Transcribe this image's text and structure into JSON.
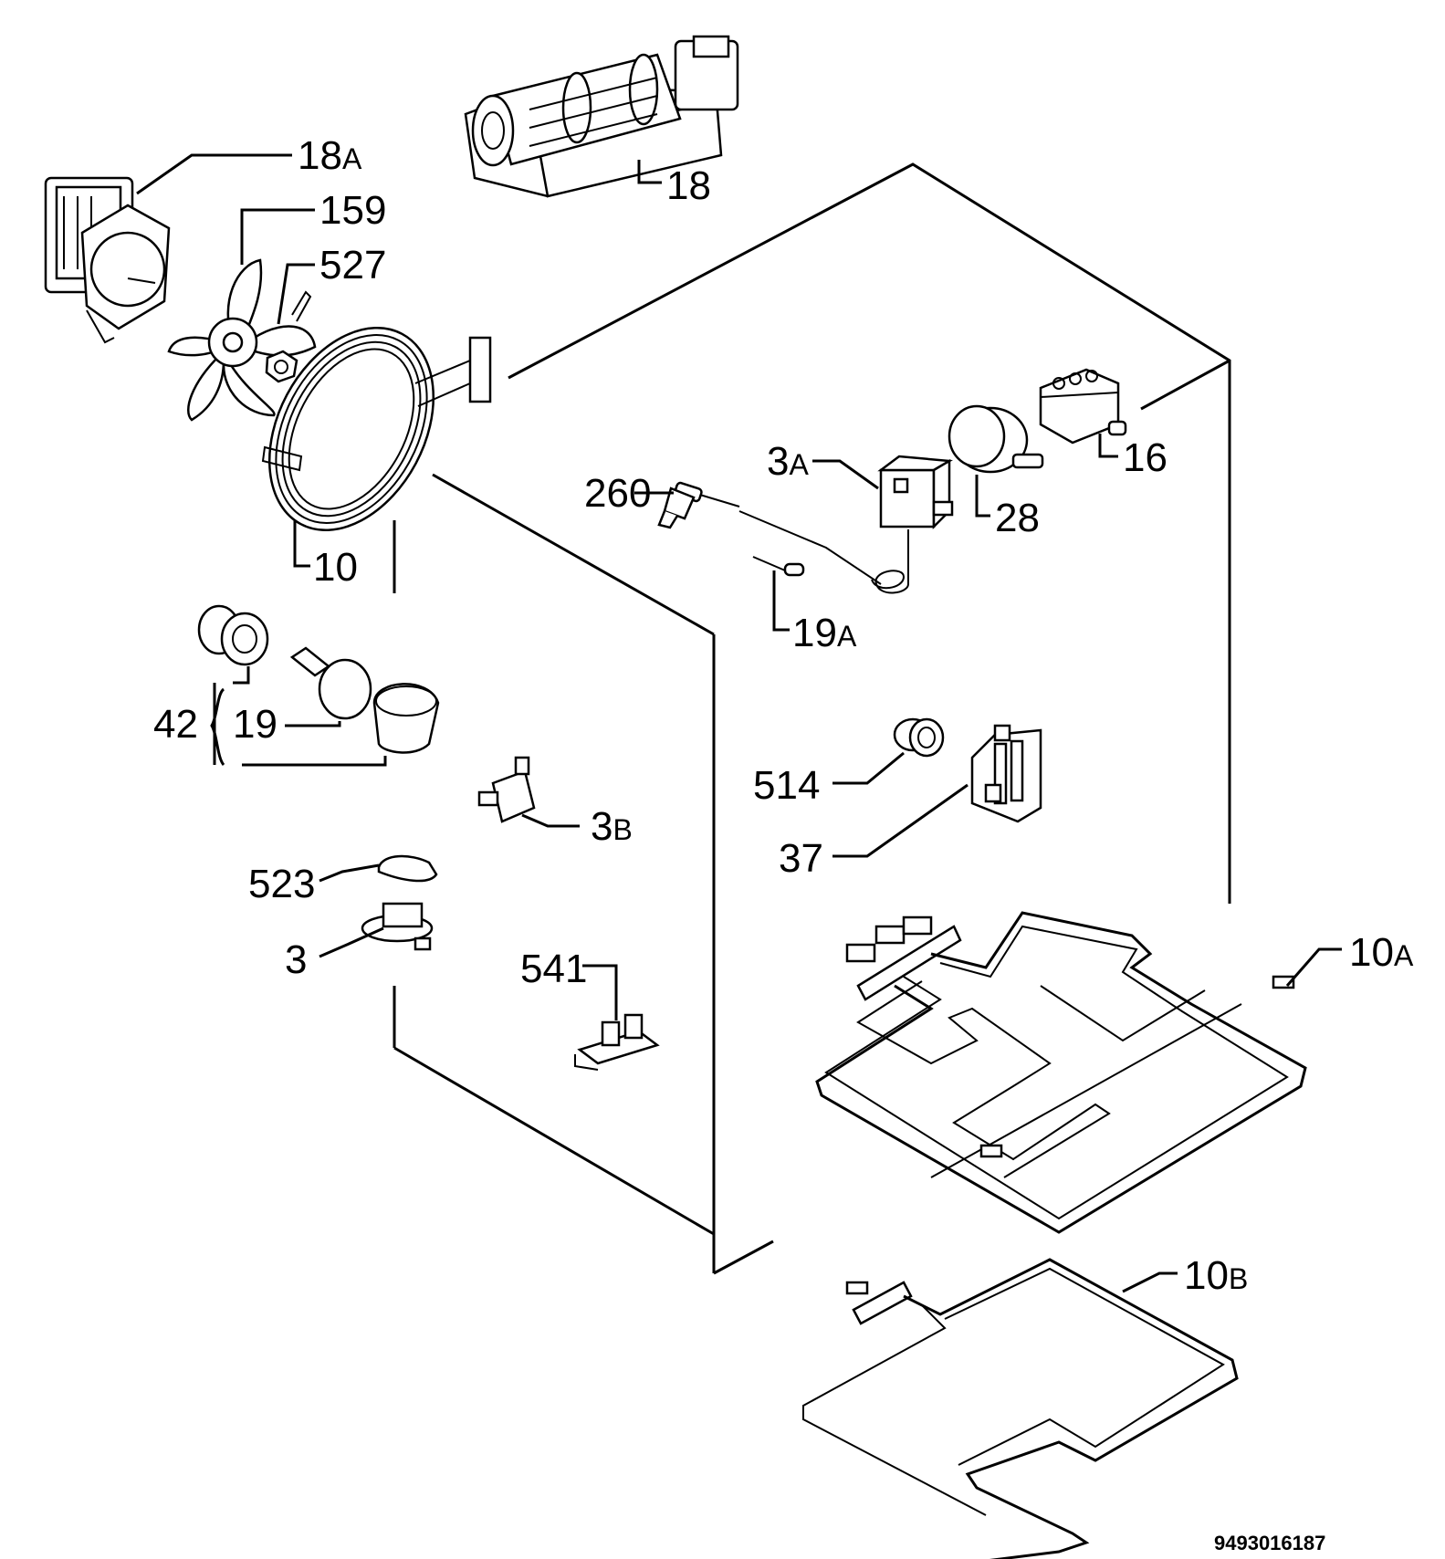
{
  "diagram": {
    "drawing_number": "9493016187",
    "parts": [
      {
        "id": "p18a",
        "num": "18",
        "suffix": "A"
      },
      {
        "id": "p159",
        "num": "159",
        "suffix": ""
      },
      {
        "id": "p527",
        "num": "527",
        "suffix": ""
      },
      {
        "id": "p18",
        "num": "18",
        "suffix": ""
      },
      {
        "id": "p10",
        "num": "10",
        "suffix": ""
      },
      {
        "id": "p3a",
        "num": "3",
        "suffix": "A"
      },
      {
        "id": "p260",
        "num": "260",
        "suffix": ""
      },
      {
        "id": "p28",
        "num": "28",
        "suffix": ""
      },
      {
        "id": "p16",
        "num": "16",
        "suffix": ""
      },
      {
        "id": "p19a",
        "num": "19",
        "suffix": "A"
      },
      {
        "id": "p42",
        "num": "42",
        "suffix": ""
      },
      {
        "id": "p19",
        "num": "19",
        "suffix": ""
      },
      {
        "id": "p3b",
        "num": "3",
        "suffix": "B"
      },
      {
        "id": "p514",
        "num": "514",
        "suffix": ""
      },
      {
        "id": "p37",
        "num": "37",
        "suffix": ""
      },
      {
        "id": "p523",
        "num": "523",
        "suffix": ""
      },
      {
        "id": "p3",
        "num": "3",
        "suffix": ""
      },
      {
        "id": "p541",
        "num": "541",
        "suffix": ""
      },
      {
        "id": "p10a",
        "num": "10",
        "suffix": "A"
      },
      {
        "id": "p10b",
        "num": "10",
        "suffix": "B"
      }
    ]
  }
}
